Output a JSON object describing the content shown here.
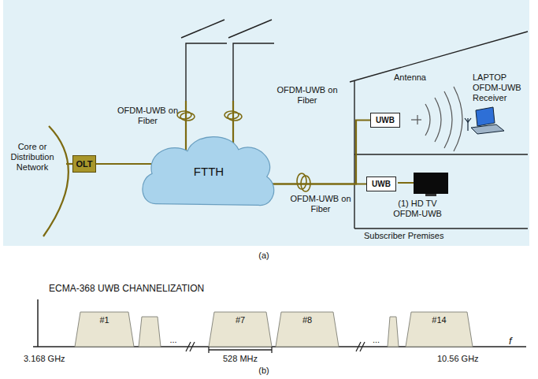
{
  "diagram": {
    "nodes": [
      {
        "text": [
          "OLT"
        ]
      },
      {
        "text": [
          "FTTH"
        ]
      },
      {
        "text": [
          "UWB"
        ]
      },
      {
        "text": [
          "UWB"
        ]
      }
    ],
    "edges": [
      {
        "from": 0,
        "to": 1,
        "arrow": "none"
      },
      {
        "from": 1,
        "to": 2,
        "arrow": "none"
      },
      {
        "from": 1,
        "to": 3,
        "arrow": "none"
      }
    ],
    "labels": [
      "Core or Distribution Network",
      "OFDM-UWB on Fiber",
      "OFDM-UWB on Fiber",
      "OFDM-UWB on Fiber",
      "Antenna",
      "LAPTOP OFDM-UWB Receiver",
      "(1) HD TV OFDM-UWB",
      "Subscriber Premises",
      "(a)",
      "ECMA-368 UWB CHANNELIZATION",
      "#1",
      "...",
      "#7",
      "#8",
      "...",
      "#14",
      "3.168 GHz",
      "528 MHz",
      "10.56 GHz",
      "f",
      "(b)"
    ]
  }
}
